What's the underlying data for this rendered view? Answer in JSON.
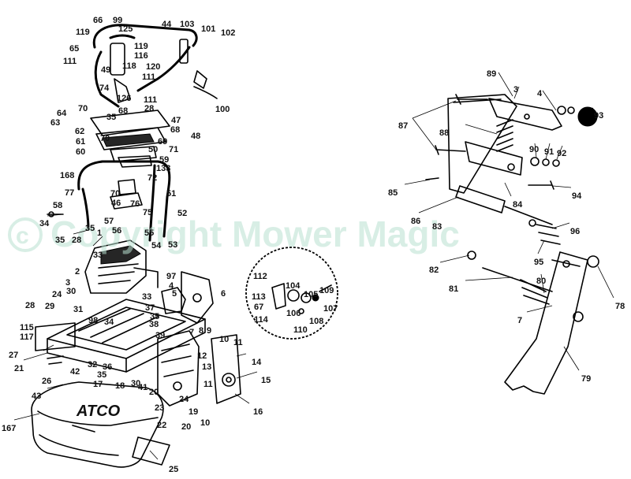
{
  "watermark": "Copyright Mower Magic",
  "deck_brand": "ATCO",
  "callouts_left": [
    "119",
    "66",
    "99",
    "125",
    "44",
    "103",
    "101",
    "102",
    "65",
    "119",
    "116",
    "111",
    "49",
    "118",
    "120",
    "111",
    "74",
    "126",
    "111",
    "28",
    "100",
    "70",
    "68",
    "64",
    "35",
    "47",
    "63",
    "62",
    "68",
    "48",
    "70",
    "69",
    "61",
    "50",
    "71",
    "60",
    "59",
    "133",
    "168",
    "72",
    "70",
    "51",
    "77",
    "46",
    "76",
    "58",
    "75",
    "52",
    "57",
    "34",
    "35",
    "56",
    "55",
    "54",
    "53",
    "35",
    "28",
    "1",
    "33",
    "2",
    "97",
    "3",
    "4",
    "30",
    "24",
    "33",
    "5",
    "6",
    "28",
    "29",
    "31",
    "37",
    "98",
    "34",
    "35",
    "115",
    "38",
    "39",
    "117",
    "7",
    "8",
    "9",
    "27",
    "10",
    "11",
    "21",
    "42",
    "32",
    "12",
    "36",
    "35",
    "13",
    "26",
    "17",
    "18",
    "30",
    "41",
    "14",
    "15",
    "43",
    "20",
    "24",
    "11",
    "23",
    "19",
    "16",
    "22",
    "167",
    "20",
    "10",
    "25"
  ],
  "callouts_inset": [
    "112",
    "113",
    "104",
    "105",
    "109",
    "67",
    "107",
    "106",
    "108",
    "114",
    "110"
  ],
  "callouts_right": [
    "89",
    "3",
    "4",
    "93",
    "87",
    "88",
    "90",
    "91",
    "92",
    "85",
    "94",
    "84",
    "86",
    "83",
    "96",
    "82",
    "95",
    "80",
    "81",
    "78",
    "7",
    "79"
  ]
}
